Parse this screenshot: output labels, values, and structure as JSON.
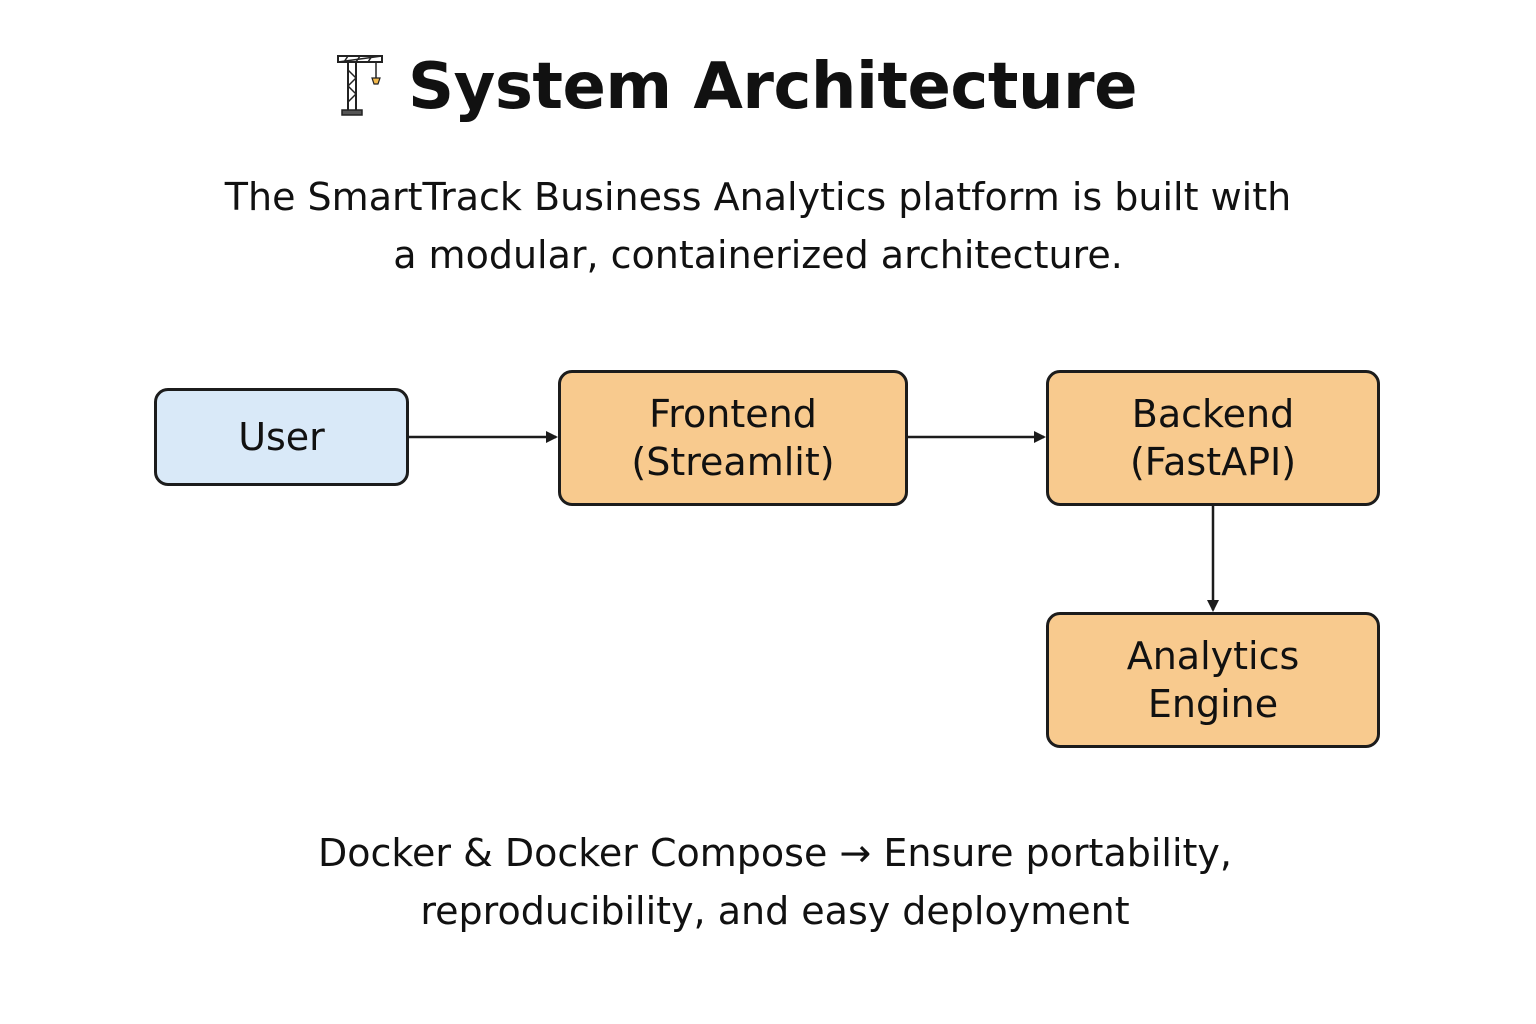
{
  "header": {
    "icon": "crane-icon",
    "title": "System Architecture"
  },
  "intro": {
    "line1": "The SmartTrack Business Analytics platform is built with",
    "line2": "a modular, containerized architecture."
  },
  "diagram": {
    "nodes": {
      "user": {
        "line1": "User"
      },
      "frontend": {
        "line1": "Frontend",
        "line2": "(Streamlit)"
      },
      "backend": {
        "line1": "Backend",
        "line2": "(FastAPI)"
      },
      "analytics": {
        "line1": "Analytics",
        "line2": "Engine"
      }
    },
    "edges": [
      {
        "from": "user",
        "to": "frontend"
      },
      {
        "from": "frontend",
        "to": "backend"
      },
      {
        "from": "backend",
        "to": "analytics"
      }
    ]
  },
  "footer": {
    "line1": "Docker & Docker Compose → Ensure portability,",
    "line2": "reproducibility, and easy deployment"
  },
  "colors": {
    "user_fill": "#d9e9f8",
    "component_fill": "#f8ca8e",
    "stroke": "#1c1c1c"
  }
}
